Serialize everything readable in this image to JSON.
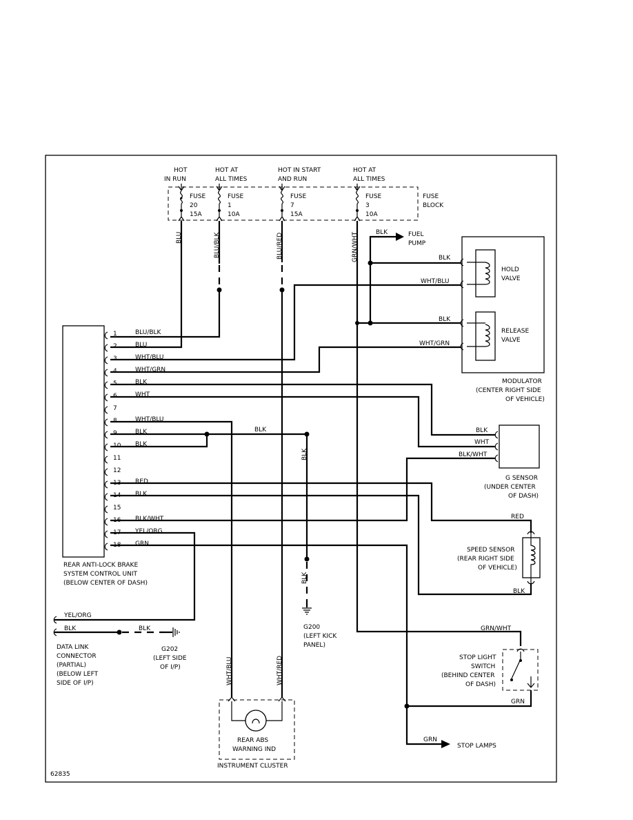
{
  "fuse_block": {
    "label": [
      "FUSE",
      "BLOCK"
    ],
    "fuses": [
      {
        "hot": [
          "HOT",
          "IN RUN"
        ],
        "name": "FUSE",
        "number": "20",
        "rating": "15A",
        "wire": "BLU"
      },
      {
        "hot": [
          "HOT AT",
          "ALL TIMES"
        ],
        "name": "FUSE",
        "number": "1",
        "rating": "10A",
        "wire": "BLU/BLK"
      },
      {
        "hot": [
          "HOT IN START",
          "AND RUN"
        ],
        "name": "FUSE",
        "number": "7",
        "rating": "15A",
        "wire": "BLU/RED"
      },
      {
        "hot": [
          "HOT AT",
          "ALL TIMES"
        ],
        "name": "FUSE",
        "number": "3",
        "rating": "10A",
        "wire": "GRN/WHT"
      }
    ]
  },
  "fuel_pump": {
    "wire": "BLK",
    "label": [
      "FUEL",
      "PUMP"
    ]
  },
  "modulator": {
    "label": [
      "MODULATOR",
      "(CENTER RIGHT SIDE",
      "OF VEHICLE)"
    ],
    "hold_valve": {
      "label": [
        "HOLD",
        "VALVE"
      ],
      "wires": [
        "BLK",
        "WHT/BLU"
      ]
    },
    "release_valve": {
      "label": [
        "RELEASE",
        "VALVE"
      ],
      "wires": [
        "BLK",
        "WHT/GRN"
      ]
    }
  },
  "control_unit": {
    "label": [
      "REAR ANTI-LOCK BRAKE",
      "SYSTEM CONTROL UNIT",
      "(BELOW CENTER OF DASH)"
    ],
    "pins": [
      {
        "num": "1",
        "wire": "BLU/BLK"
      },
      {
        "num": "2",
        "wire": "BLU"
      },
      {
        "num": "3",
        "wire": "WHT/BLU"
      },
      {
        "num": "4",
        "wire": "WHT/GRN"
      },
      {
        "num": "5",
        "wire": "BLK"
      },
      {
        "num": "6",
        "wire": "WHT"
      },
      {
        "num": "7",
        "wire": ""
      },
      {
        "num": "8",
        "wire": "WHT/BLU"
      },
      {
        "num": "9",
        "wire": "BLK"
      },
      {
        "num": "10",
        "wire": "BLK"
      },
      {
        "num": "11",
        "wire": ""
      },
      {
        "num": "12",
        "wire": ""
      },
      {
        "num": "13",
        "wire": "RED"
      },
      {
        "num": "14",
        "wire": "BLK"
      },
      {
        "num": "15",
        "wire": ""
      },
      {
        "num": "16",
        "wire": "BLK/WHT"
      },
      {
        "num": "17",
        "wire": "YEL/ORG"
      },
      {
        "num": "18",
        "wire": "GRN"
      }
    ]
  },
  "ground_splice": {
    "wire_h": "BLK",
    "wire_v1": "BLK",
    "wire_v2": "BLK"
  },
  "g_sensor": {
    "label": [
      "G SENSOR",
      "(UNDER CENTER",
      "OF DASH)"
    ],
    "wires": [
      "BLK",
      "WHT",
      "BLK/WHT"
    ]
  },
  "speed_sensor": {
    "label": [
      "SPEED SENSOR",
      "(REAR RIGHT SIDE",
      "OF VEHICLE)"
    ],
    "wires": [
      "RED",
      "BLK"
    ]
  },
  "g200": {
    "label": [
      "G200",
      "(LEFT KICK",
      "PANEL)"
    ]
  },
  "dlc": {
    "wires": [
      "YEL/ORG",
      "BLK"
    ],
    "wire_ground": "BLK",
    "label": [
      "DATA LINK",
      "CONNECTOR",
      "(PARTIAL)",
      "(BELOW LEFT",
      "SIDE OF I/P)"
    ]
  },
  "g202": {
    "label": [
      "G202",
      "(LEFT SIDE",
      "OF I/P)"
    ]
  },
  "cluster": {
    "wires": [
      "WHT/BLU",
      "WHT/RED"
    ],
    "lamp": [
      "REAR ABS",
      "WARNING IND"
    ],
    "label": "INSTRUMENT CLUSTER"
  },
  "stop_switch": {
    "wire_in": "GRN/WHT",
    "wire_out": "GRN",
    "label": [
      "STOP LIGHT",
      "SWITCH",
      "(BEHIND CENTER",
      "OF DASH)"
    ]
  },
  "stop_lamps": {
    "wire": "GRN",
    "label": "STOP LAMPS"
  },
  "figure_number": "62835"
}
